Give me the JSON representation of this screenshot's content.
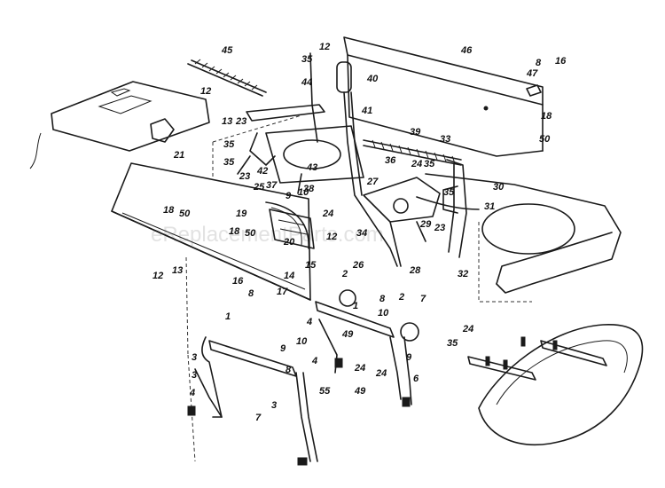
{
  "watermark": "eReplacementParts.com",
  "callouts": {
    "c1a": "1",
    "c1b": "1",
    "c2a": "2",
    "c2b": "2",
    "c3a": "3",
    "c3b": "3",
    "c3c": "3",
    "c4a": "4",
    "c4b": "4",
    "c4c": "4",
    "c6": "6",
    "c7a": "7",
    "c7b": "7",
    "c8a": "8",
    "c8b": "8",
    "c8c": "8",
    "c8d": "8",
    "c9a": "9",
    "c9b": "9",
    "c9c": "9",
    "c10a": "10",
    "c10b": "10",
    "c10c": "10",
    "c12a": "12",
    "c12b": "12",
    "c12c": "12",
    "c12d": "12",
    "c13a": "13",
    "c13b": "13",
    "c14": "14",
    "c15": "15",
    "c16a": "16",
    "c16b": "16",
    "c17": "17",
    "c18a": "18",
    "c18b": "18",
    "c18c": "18",
    "c19": "19",
    "c20": "20",
    "c21": "21",
    "c23a": "23",
    "c23b": "23",
    "c23c": "23",
    "c24a": "24",
    "c24b": "24",
    "c24c": "24",
    "c24d": "24",
    "c24e": "24",
    "c25": "25",
    "c26": "26",
    "c27": "27",
    "c28": "28",
    "c29": "29",
    "c30": "30",
    "c31": "31",
    "c32": "32",
    "c33": "33",
    "c34": "34",
    "c35a": "35",
    "c35b": "35",
    "c35c": "35",
    "c35d": "35",
    "c35e": "35",
    "c35f": "35",
    "c36": "36",
    "c37": "37",
    "c38": "38",
    "c39": "39",
    "c40": "40",
    "c41": "41",
    "c42": "42",
    "c43": "43",
    "c44": "44",
    "c45": "45",
    "c46": "46",
    "c47": "47",
    "c49a": "49",
    "c49b": "49",
    "c50a": "50",
    "c50b": "50",
    "c50c": "50",
    "c55": "55"
  }
}
